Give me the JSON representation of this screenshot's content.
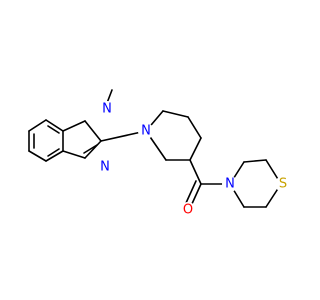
{
  "molecule": {
    "colors": {
      "bond": "#000000",
      "nitrogen": "#0000ff",
      "oxygen": "#ff0000",
      "sulfur": "#c8a200",
      "background": "#ffffff"
    },
    "atoms": {
      "n_benzimidazole_methyl": "N",
      "n_benzimidazole_imine": "N",
      "n_piperidine": "N",
      "n_thiomorpholine": "N",
      "o_carbonyl": "O",
      "s_thiomorpholine": "S"
    }
  }
}
